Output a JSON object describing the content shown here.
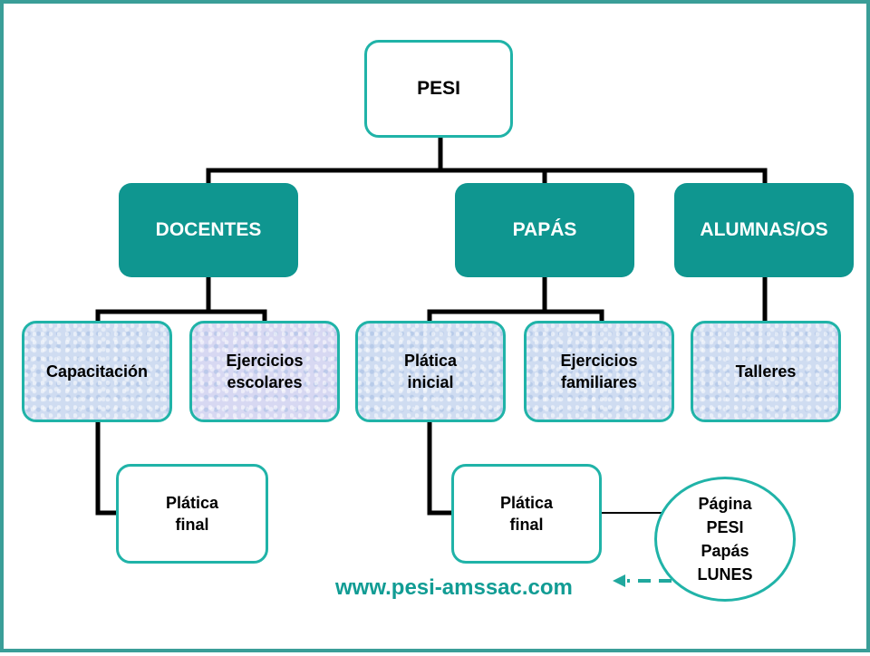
{
  "root": {
    "label": "PESI"
  },
  "level1": {
    "docentes": "DOCENTES",
    "papas": "PAPÁS",
    "alumnos": "ALUMNAS/OS"
  },
  "docentes_children": {
    "capacitacion": "Capacitación",
    "ejercicios_escolares": [
      "Ejercicios",
      "escolares"
    ],
    "platica_final": [
      "Plática",
      "final"
    ]
  },
  "papas_children": {
    "platica_inicial": [
      "Plática",
      "inicial"
    ],
    "ejercicios_familiares": [
      "Ejercicios",
      "familiares"
    ],
    "platica_final": [
      "Plática",
      "final"
    ]
  },
  "alumnos_children": {
    "talleres": "Talleres"
  },
  "note": {
    "lines": [
      "Página",
      "PESI",
      "Papás",
      "LUNES"
    ]
  },
  "website": {
    "url": "www.pesi-amssac.com"
  },
  "colors": {
    "teal_fill": "#0f9690",
    "teal_border": "#20b3a8",
    "connector": "#000000",
    "url_text": "#119c94"
  }
}
